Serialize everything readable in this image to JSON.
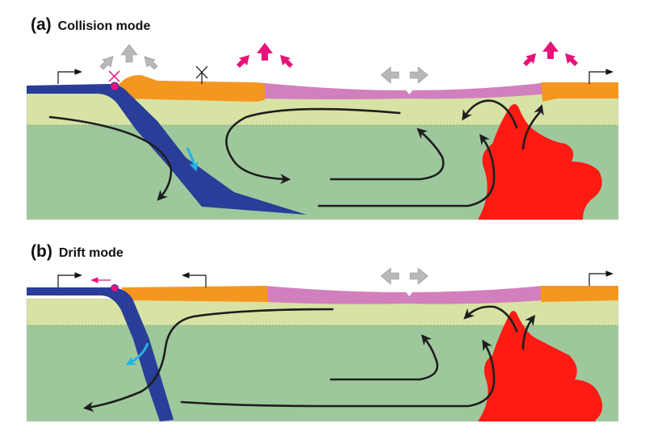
{
  "panels": [
    {
      "letter": "(a)",
      "mode": "Collision mode"
    },
    {
      "letter": "(b)",
      "mode": "Drift mode"
    }
  ],
  "colors": {
    "ocean_plate": "#2a3d99",
    "continent": "#f5961e",
    "rift_crust": "#d27fbe",
    "upper_mantle": "#d6e3a4",
    "lower_mantle": "#9ec89c",
    "plume": "#ff1a14",
    "slab_flow_arrow": "#22b3e0",
    "uplift_arrow": "#e8137a",
    "extension_arrow": "#b8b8b8",
    "flow_line": "#1e1e1e"
  },
  "icons": [
    "gray-uplift-arrows-icon",
    "magenta-uplift-arrows-icon",
    "gray-extension-arrows-icon",
    "plate-motion-arrow-icon",
    "fixed-point-cross-icon",
    "trench-marker-icon"
  ]
}
